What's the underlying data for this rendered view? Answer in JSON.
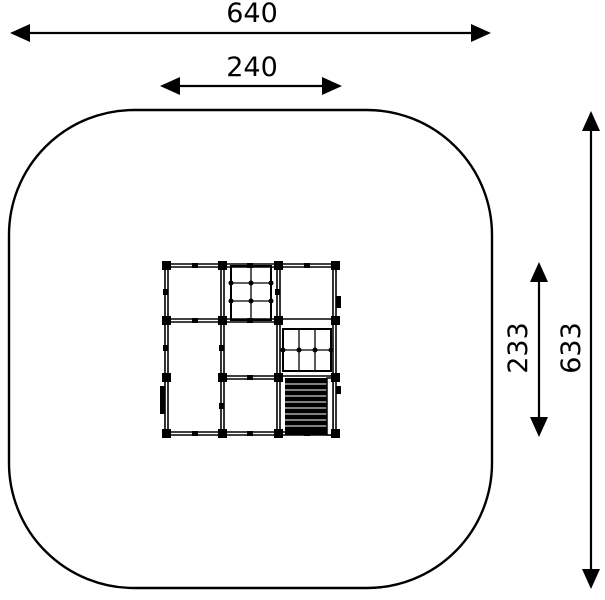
{
  "dimensions": {
    "overall_width": "640",
    "inner_width": "240",
    "inner_depth": "233",
    "overall_depth": "633"
  }
}
